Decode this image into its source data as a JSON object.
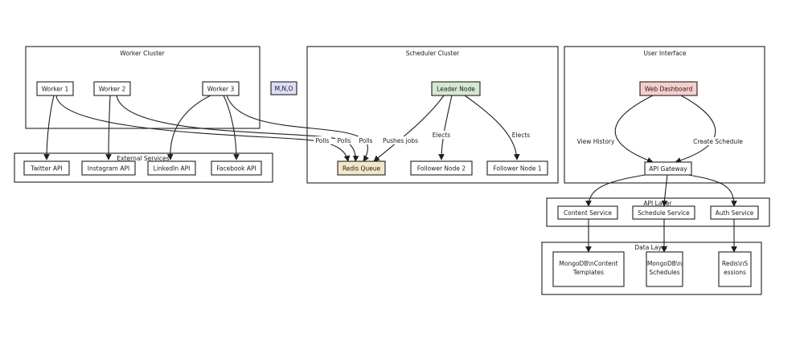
{
  "clusters": {
    "worker": "Worker Cluster",
    "scheduler": "Scheduler Cluster",
    "ui": "User Interface",
    "external": "External Services",
    "api_layer": "API Layer",
    "data_layer": "Data Layer"
  },
  "nodes": {
    "worker1": "Worker 1",
    "worker2": "Worker 2",
    "worker3": "Worker 3",
    "mno": "M,N,O",
    "leader": "Leader Node",
    "redis_queue": "Redis Queue",
    "follower2": "Follower Node 2",
    "follower1": "Follower Node 1",
    "web_dashboard": "Web Dashboard",
    "api_gateway": "API Gateway",
    "twitter": "Twitter API",
    "instagram": "Instagram API",
    "linkedin": "LinkedIn API",
    "facebook": "Facebook API",
    "content_service": "Content Service",
    "schedule_service": "Schedule Service",
    "auth_service": "Auth Service",
    "mongo_content": [
      "MongoDB\\nContent",
      "Templates"
    ],
    "mongo_schedules": [
      "MongoDB\\n",
      "Schedules"
    ],
    "redis_sessions": [
      "Redis\\nS",
      "essions"
    ]
  },
  "edges": {
    "polls1": "Polls",
    "polls2": "Polls",
    "polls3": "Polls",
    "pushes_jobs": "Pushes jobs",
    "elects1": "Elects",
    "elects2": "Elects",
    "view_history": "View History",
    "create_schedule": "Create Schedule"
  },
  "colors": {
    "leader_fill": "#d5e8d4",
    "redis_queue_fill": "#f3e7c9",
    "web_dashboard_fill": "#f8cecc",
    "mno_fill": "#dcdcf6",
    "default_fill": "#ffffff"
  }
}
